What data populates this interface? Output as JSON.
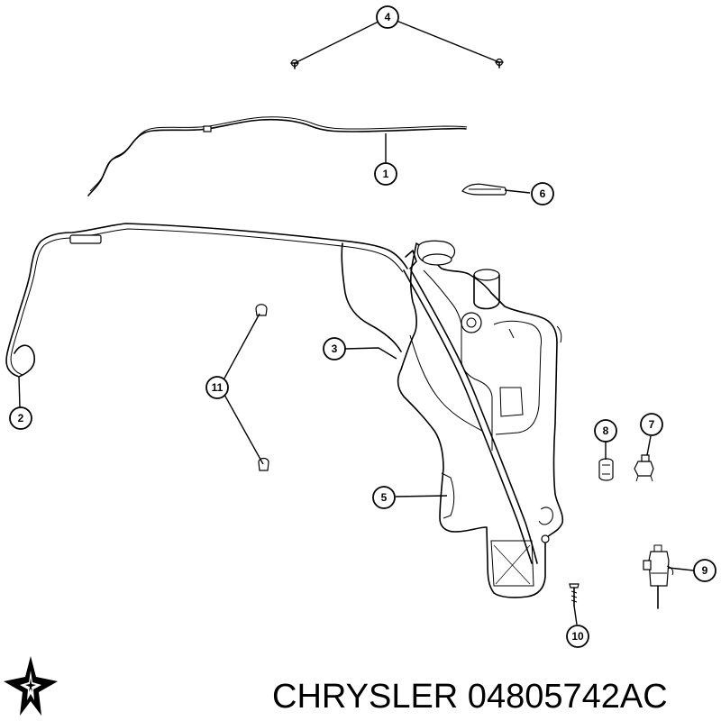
{
  "diagram": {
    "callouts": [
      {
        "id": "c1",
        "label": "1"
      },
      {
        "id": "c2",
        "label": "2"
      },
      {
        "id": "c3",
        "label": "3"
      },
      {
        "id": "c4",
        "label": "4"
      },
      {
        "id": "c5",
        "label": "5"
      },
      {
        "id": "c6",
        "label": "6"
      },
      {
        "id": "c7",
        "label": "7"
      },
      {
        "id": "c8",
        "label": "8"
      },
      {
        "id": "c9",
        "label": "9"
      },
      {
        "id": "c10",
        "label": "10"
      },
      {
        "id": "c11",
        "label": "11"
      }
    ]
  },
  "footer": {
    "brand_part_text": "CHRYSLER 04805742AC",
    "logo_icon": "chrysler-star-icon"
  },
  "colors": {
    "line": "#000000",
    "background": "#ffffff"
  }
}
